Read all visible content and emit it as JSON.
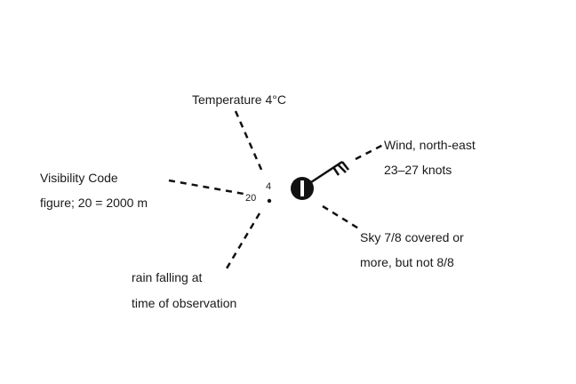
{
  "labels": {
    "temperature": "Temperature 4°C",
    "visibility": [
      "Visibility Code",
      "figure; 20 = 2000 m"
    ],
    "rain": [
      "rain falling at",
      "time of observation"
    ],
    "wind": [
      "Wind, north-east",
      "23–27 knots"
    ],
    "sky": [
      "Sky 7/8 covered or",
      "more, but not 8/8"
    ]
  },
  "station": {
    "temperature_value": "4",
    "visibility_value": "20"
  }
}
